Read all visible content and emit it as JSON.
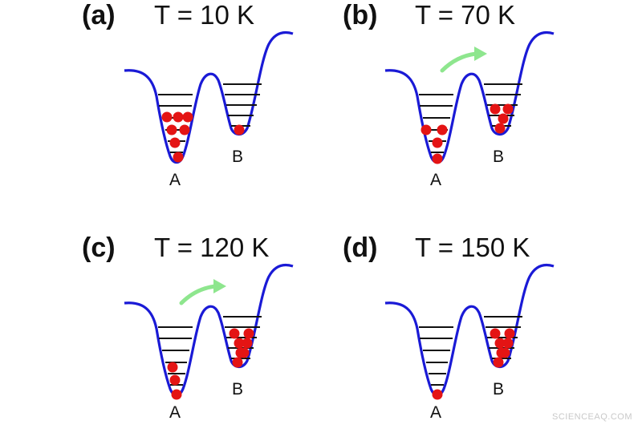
{
  "panels": [
    {
      "tag": "(a)",
      "temp": "T = 10 K",
      "well_a": "A",
      "well_b": "B",
      "electrons_a": 7,
      "electrons_b": 1,
      "hop_arrow": false
    },
    {
      "tag": "(b)",
      "temp": "T = 70 K",
      "well_a": "A",
      "well_b": "B",
      "electrons_a": 4,
      "electrons_b": 4,
      "hop_arrow": true
    },
    {
      "tag": "(c)",
      "temp": "T = 120 K",
      "well_a": "A",
      "well_b": "B",
      "electrons_a": 3,
      "electrons_b": 7,
      "hop_arrow": true
    },
    {
      "tag": "(d)",
      "temp": "T = 150 K",
      "well_a": "A",
      "well_b": "B",
      "electrons_a": 1,
      "electrons_b": 7,
      "hop_arrow": false
    }
  ],
  "colors": {
    "curve": "#1a1ad6",
    "electron": "#e41414",
    "level": "#111111",
    "arrow": "#8ee68e"
  },
  "watermark": "SCIENCEAQ.COM"
}
